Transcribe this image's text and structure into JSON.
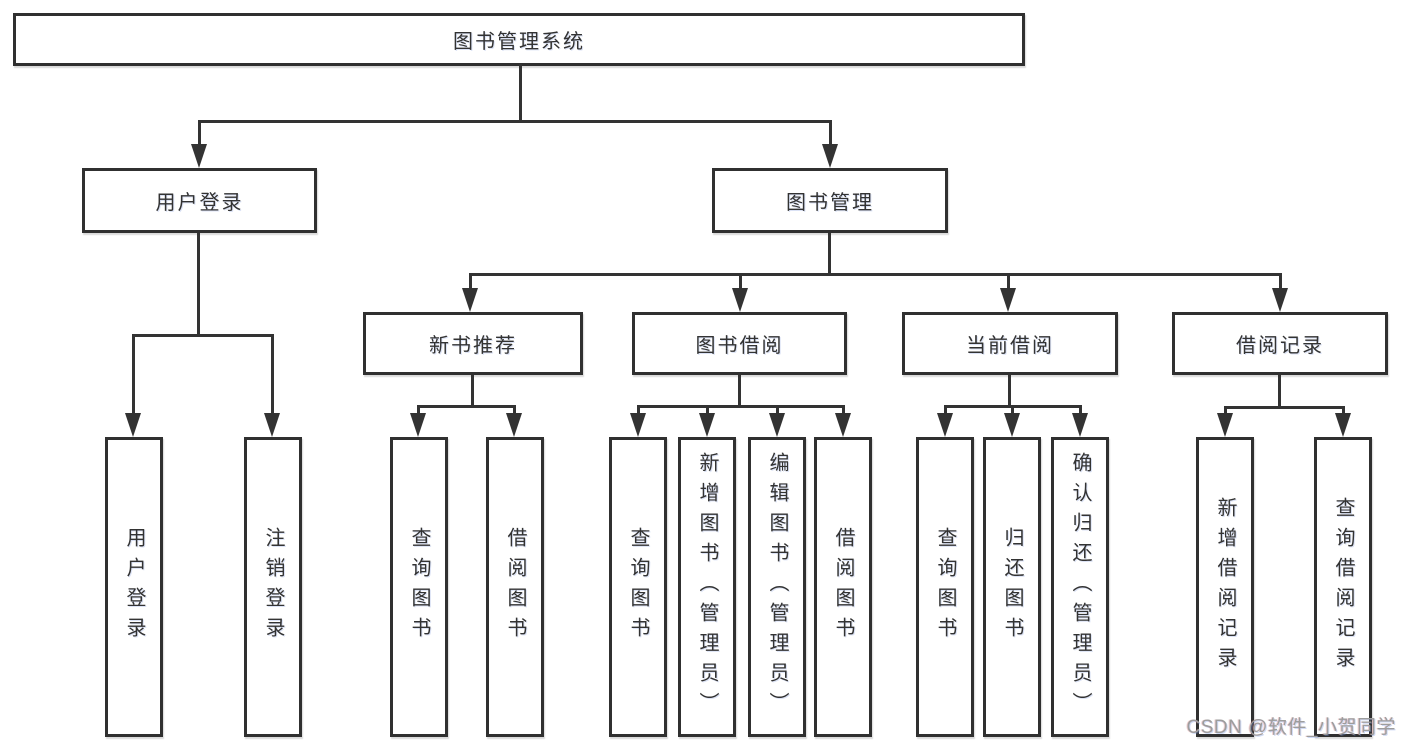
{
  "diagram": {
    "root": {
      "label": "图书管理系统"
    },
    "level2": [
      {
        "label": "用户登录"
      },
      {
        "label": "图书管理"
      }
    ],
    "level3": [
      {
        "label": "新书推荐",
        "parent": "图书管理"
      },
      {
        "label": "图书借阅",
        "parent": "图书管理"
      },
      {
        "label": "当前借阅",
        "parent": "图书管理"
      },
      {
        "label": "借阅记录",
        "parent": "图书管理"
      }
    ],
    "leaves": [
      {
        "label": "用户登录",
        "parent": "用户登录"
      },
      {
        "label": "注销登录",
        "parent": "用户登录"
      },
      {
        "label": "查询图书",
        "parent": "新书推荐"
      },
      {
        "label": "借阅图书",
        "parent": "新书推荐"
      },
      {
        "label": "查询图书",
        "parent": "图书借阅"
      },
      {
        "label": "新增图书（管理员）",
        "parent": "图书借阅"
      },
      {
        "label": "编辑图书（管理员）",
        "parent": "图书借阅"
      },
      {
        "label": "借阅图书",
        "parent": "图书借阅"
      },
      {
        "label": "查询图书",
        "parent": "当前借阅"
      },
      {
        "label": "归还图书",
        "parent": "当前借阅"
      },
      {
        "label": "确认归还（管理员）",
        "parent": "当前借阅"
      },
      {
        "label": "新增借阅记录",
        "parent": "借阅记录"
      },
      {
        "label": "查询借阅记录",
        "parent": "借阅记录"
      }
    ]
  },
  "watermark": {
    "text": "CSDN @软件_小贺同学"
  },
  "colors": {
    "line": "#333333",
    "text": "#333333",
    "box_border": "#303030",
    "background": "#ffffff",
    "watermark": "#9d9d9d"
  }
}
